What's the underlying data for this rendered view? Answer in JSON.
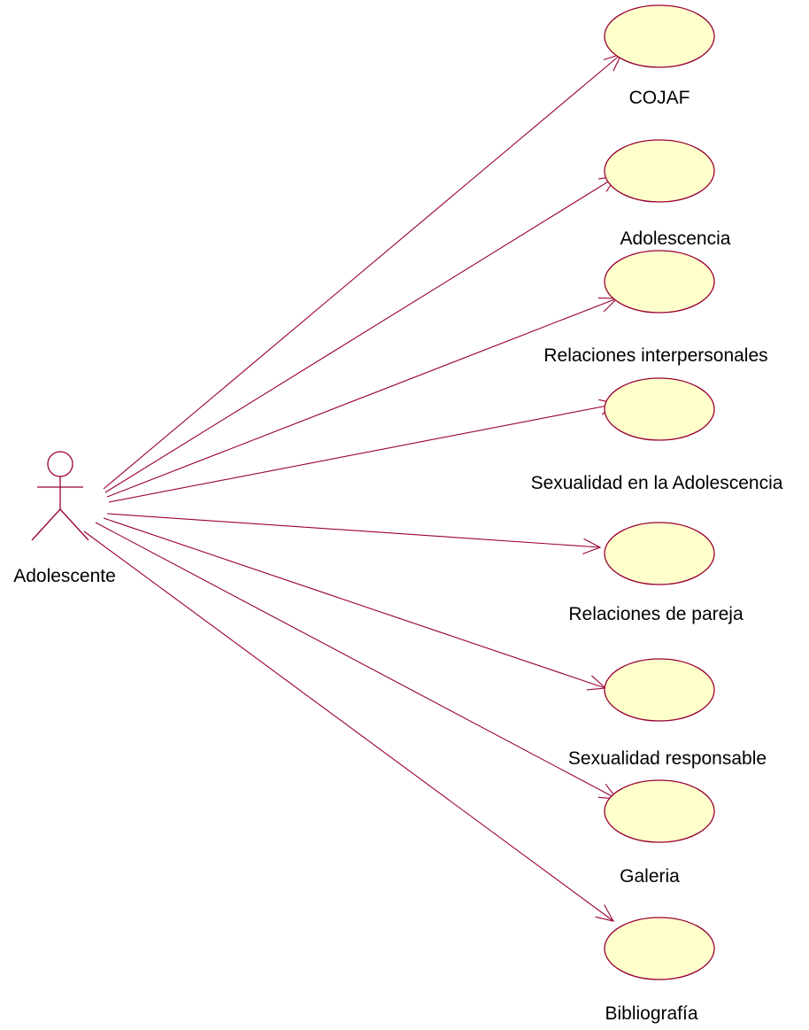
{
  "diagram": {
    "type": "use-case",
    "actor": {
      "name": "Adolescente"
    },
    "use_cases": [
      {
        "name": "COJAF"
      },
      {
        "name": "Adolescencia"
      },
      {
        "name": "Relaciones interpersonales"
      },
      {
        "name": "Sexualidad en la Adolescencia"
      },
      {
        "name": "Relaciones de pareja"
      },
      {
        "name": "Sexualidad responsable"
      },
      {
        "name": "Galeria"
      },
      {
        "name": "Bibliografía"
      }
    ],
    "colors": {
      "line": "#990033",
      "use_case_fill": "#ffffcc",
      "text": "#000000"
    }
  }
}
